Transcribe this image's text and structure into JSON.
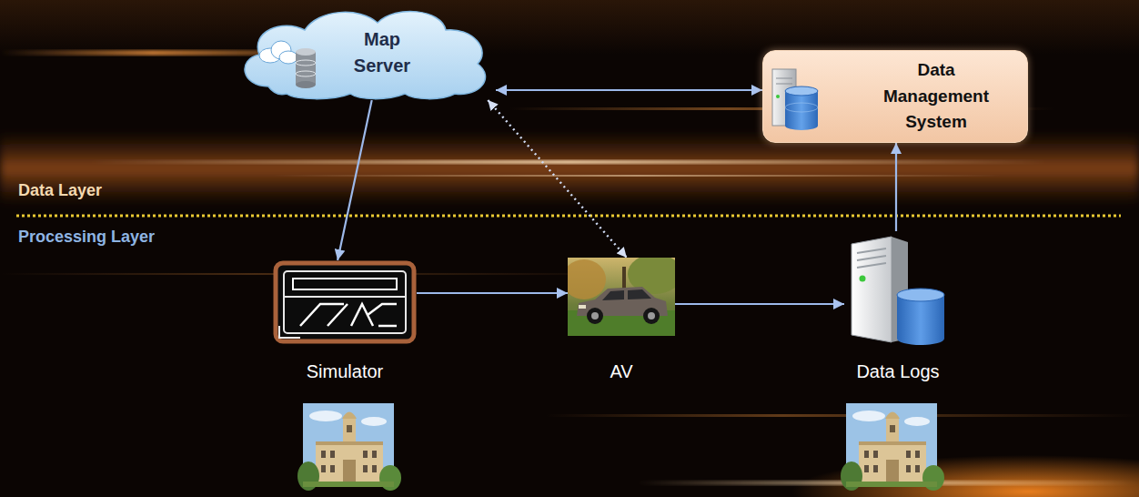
{
  "diagram": {
    "nodes": [
      {
        "text": [
          "Map Server"
        ]
      },
      {
        "text": [
          "Data Management System"
        ]
      },
      {
        "text": [
          "Simulator"
        ]
      },
      {
        "text": [
          "AV"
        ]
      },
      {
        "text": [
          "Data Logs"
        ]
      }
    ],
    "edges": [
      {
        "from": 0,
        "to": 1,
        "arrow": "both"
      },
      {
        "from": 0,
        "to": 2,
        "arrow": "to"
      },
      {
        "from": 0,
        "to": 3,
        "arrow": "both"
      },
      {
        "from": 2,
        "to": 3,
        "arrow": "to"
      },
      {
        "from": 3,
        "to": 4,
        "arrow": "to"
      },
      {
        "from": 4,
        "to": 1,
        "arrow": "to"
      }
    ],
    "labels": [
      "Data Layer",
      "Processing Layer"
    ]
  }
}
